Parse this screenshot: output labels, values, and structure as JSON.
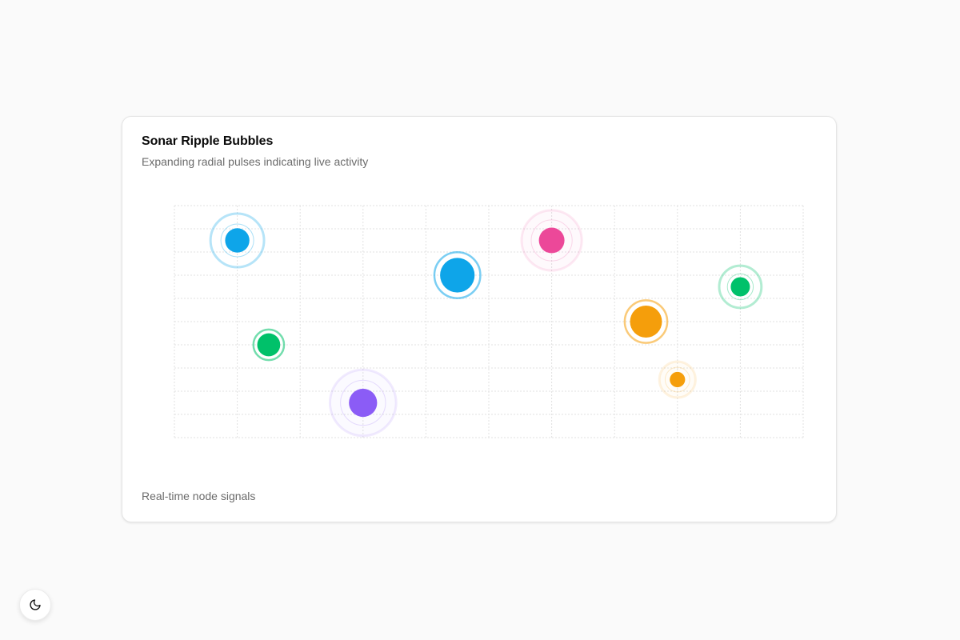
{
  "card": {
    "title": "Sonar Ripple Bubbles",
    "subtitle": "Expanding radial pulses indicating live activity",
    "footer": "Real-time node signals"
  },
  "theme_toggle": {
    "icon": "moon-icon"
  },
  "colors": {
    "blue": "#0ea5e9",
    "pink": "#ec4899",
    "green": "#00c16a",
    "orange": "#f59e0b",
    "purple": "#8b5cf6",
    "grid": "#e2e2e2"
  },
  "chart_data": {
    "type": "scatter",
    "title": "",
    "xlabel": "",
    "ylabel": "",
    "xlim": [
      0,
      10
    ],
    "ylim": [
      0,
      10
    ],
    "grid": true,
    "grid_divisions": {
      "x": 10,
      "y": 10
    },
    "points": [
      {
        "x": 1.0,
        "y": 8.5,
        "size": 1.9,
        "color": "blue",
        "ripple": 2
      },
      {
        "x": 1.5,
        "y": 4.0,
        "size": 1.8,
        "color": "green",
        "ripple": 1
      },
      {
        "x": 3.0,
        "y": 1.5,
        "size": 2.2,
        "color": "purple",
        "ripple": 3
      },
      {
        "x": 4.5,
        "y": 7.0,
        "size": 2.7,
        "color": "blue",
        "ripple": 1
      },
      {
        "x": 6.0,
        "y": 8.5,
        "size": 2.0,
        "color": "pink",
        "ripple": 3
      },
      {
        "x": 7.5,
        "y": 5.0,
        "size": 2.5,
        "color": "orange",
        "ripple": 1
      },
      {
        "x": 8.0,
        "y": 2.5,
        "size": 1.2,
        "color": "orange",
        "ripple": 3
      },
      {
        "x": 9.0,
        "y": 6.5,
        "size": 1.5,
        "color": "green",
        "ripple": 2
      }
    ]
  }
}
